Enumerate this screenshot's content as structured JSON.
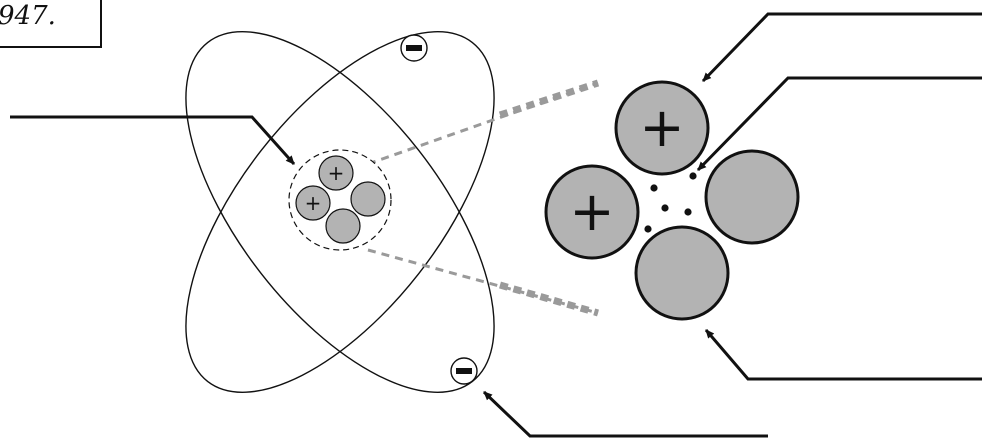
{
  "caption": {
    "text": "947."
  },
  "symbols": {
    "proton_sign": "+",
    "electron_sign": "−"
  },
  "colors": {
    "stroke": "#111111",
    "nucleon_fill": "#b3b3b3",
    "dashed_ray": "#9a9a9a",
    "background": "#ffffff"
  },
  "atom": {
    "electrons": 2,
    "nucleus_protons": 2,
    "nucleus_neutrons": 2
  },
  "callouts": [
    {
      "name": "callout-nucleus",
      "label": ""
    },
    {
      "name": "callout-top-proton",
      "label": ""
    },
    {
      "name": "callout-gluon-dots",
      "label": ""
    },
    {
      "name": "callout-bottom-neutron",
      "label": ""
    },
    {
      "name": "callout-electron",
      "label": ""
    }
  ]
}
